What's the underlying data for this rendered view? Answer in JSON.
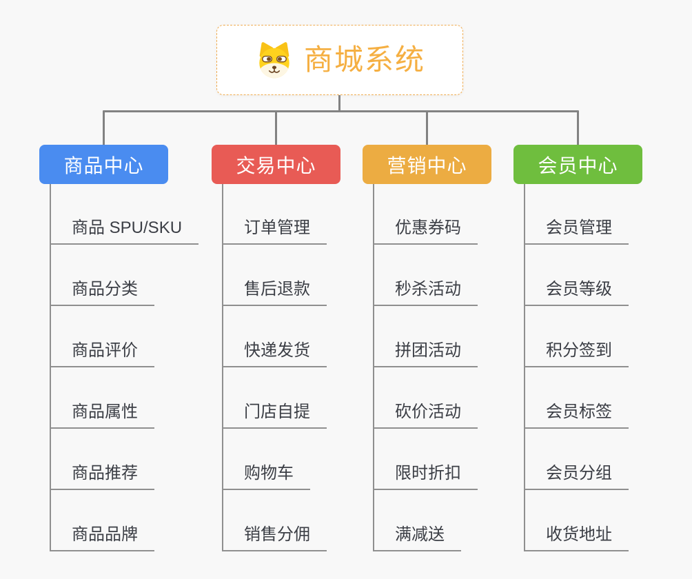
{
  "root": {
    "title": "商城系统",
    "icon": "dog-face-icon",
    "accent_color": "#f5af42",
    "border_color": "#f0ac50"
  },
  "connector_color": "#828282",
  "background_color": "#f8f8f8",
  "branches": [
    {
      "label": "商品中心",
      "color": "#4a8cf0",
      "items": [
        "商品 SPU/SKU",
        "商品分类",
        "商品评价",
        "商品属性",
        "商品推荐",
        "商品品牌"
      ]
    },
    {
      "label": "交易中心",
      "color": "#e85b55",
      "items": [
        "订单管理",
        "售后退款",
        "快递发货",
        "门店自提",
        "购物车",
        "销售分佣"
      ]
    },
    {
      "label": "营销中心",
      "color": "#ecac42",
      "items": [
        "优惠券码",
        "秒杀活动",
        "拼团活动",
        "砍价活动",
        "限时折扣",
        "满减送"
      ]
    },
    {
      "label": "会员中心",
      "color": "#6fbe3e",
      "items": [
        "会员管理",
        "会员等级",
        "积分签到",
        "会员标签",
        "会员分组",
        "收货地址"
      ]
    }
  ]
}
